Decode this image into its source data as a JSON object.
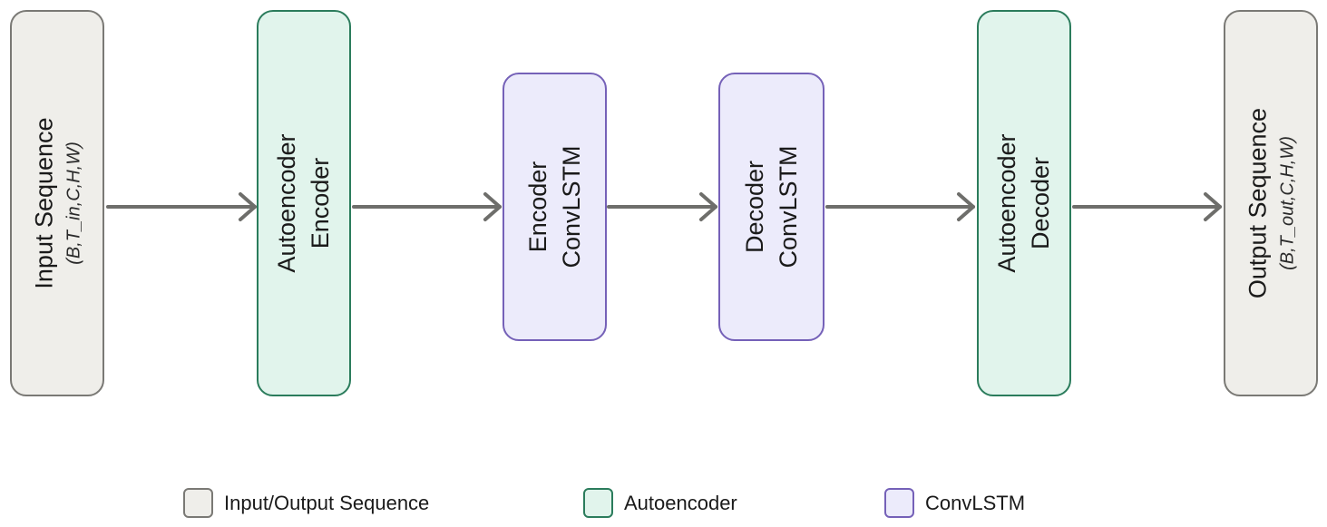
{
  "blocks": {
    "input": {
      "title": "Input Sequence",
      "shape": "(B,T_in,C,H,W)"
    },
    "ae_encoder": {
      "line1": "Autoencoder",
      "line2": "Encoder"
    },
    "enc_convlstm": {
      "line1": "Encoder",
      "line2": "ConvLSTM"
    },
    "dec_convlstm": {
      "line1": "Decoder",
      "line2": "ConvLSTM"
    },
    "ae_decoder": {
      "line1": "Autoencoder",
      "line2": "Decoder"
    },
    "output": {
      "title": "Output Sequence",
      "shape": "(B,T_out,C,H,W)"
    }
  },
  "legend": {
    "io": "Input/Output Sequence",
    "ae": "Autoencoder",
    "cl": "ConvLSTM"
  },
  "colors": {
    "io_fill": "#efeeea",
    "io_border": "#7a7975",
    "ae_fill": "#e1f4ec",
    "ae_border": "#2b7c5c",
    "cl_fill": "#ecebfb",
    "cl_border": "#7561b8",
    "arrow": "#6e6e6b"
  }
}
